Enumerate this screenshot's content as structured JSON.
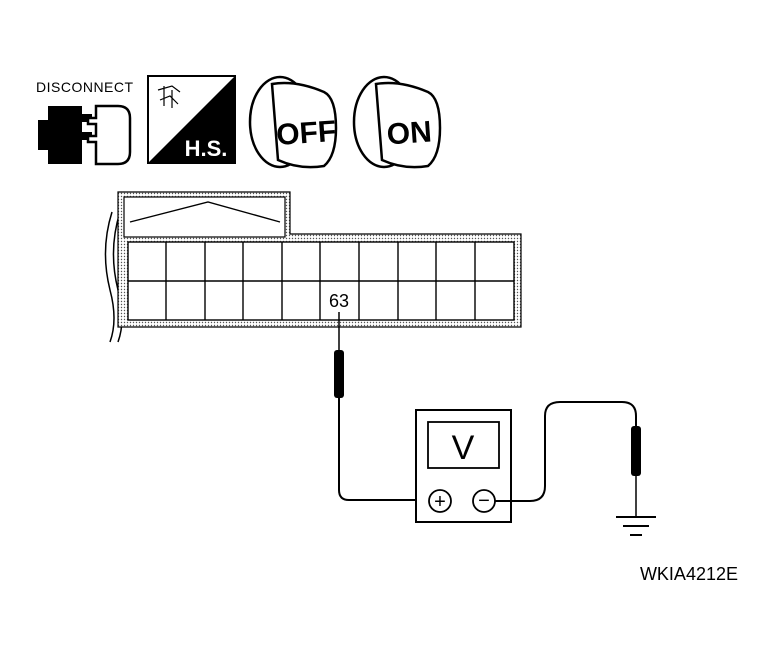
{
  "icons": {
    "disconnect_label": "DISCONNECT",
    "hs_label": "H.S.",
    "off_label": "OFF",
    "on_label": "ON"
  },
  "connector": {
    "terminal_label": "63"
  },
  "meter": {
    "display": "V",
    "positive_symbol": "+",
    "negative_symbol": "−"
  },
  "figure_id": "WKIA4212E"
}
